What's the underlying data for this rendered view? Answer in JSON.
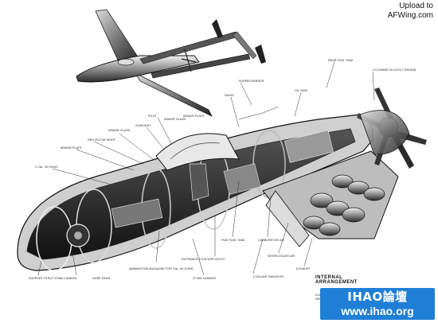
{
  "upload_note": {
    "line1": "Upload to",
    "line2": "AFWing.com"
  },
  "labels": [
    {
      "id": "rear-fuel-tank",
      "text": "REAR FUEL TANK"
    },
    {
      "id": "engine",
      "text": "LYCOMING XH-2470-7 ENGINE"
    },
    {
      "id": "turbo",
      "text": "SUPERCHARGER"
    },
    {
      "id": "oil-tank",
      "text": "OIL TANK"
    },
    {
      "id": "radio",
      "text": "RADIO"
    },
    {
      "id": "pilot",
      "text": "PILOT"
    },
    {
      "id": "armor-plate-1",
      "text": "ARMOR PLATE"
    },
    {
      "id": "armor-glass",
      "text": "ARMOR GLASS"
    },
    {
      "id": "gunsight",
      "text": "GUNSIGHT"
    },
    {
      "id": "armor-glass-2",
      "text": "ARMOR GLASS"
    },
    {
      "id": "reflector-sight",
      "text": "REFLECTOR SIGHT"
    },
    {
      "id": "armor-plate-2",
      "text": "ARMOR PLATE"
    },
    {
      "id": "cal-guns",
      "text": "2 CAL .50 GUNS"
    },
    {
      "id": "fwd-fuel",
      "text": "FWD FUEL TANK"
    },
    {
      "id": "carburetor",
      "text": "CARBURETOR AIR"
    },
    {
      "id": "intercooler",
      "text": "INTERCOOLER AIR"
    },
    {
      "id": "exhaust",
      "text": "EXHAUST"
    },
    {
      "id": "entrance",
      "text": "ENTRANCE & ESCAPE HATCH"
    },
    {
      "id": "ammo",
      "text": "AMMUNITION MAGAZINE FOR CAL .50 GUNS"
    },
    {
      "id": "cannon",
      "text": "37 MM CANNON"
    },
    {
      "id": "nose",
      "text": "NOSE GEAR"
    },
    {
      "id": "support",
      "text": "SUPPORT STRUT 37MM CANNON"
    },
    {
      "id": "radiator",
      "text": "COOLANT RADIATOR"
    }
  ],
  "title_block": {
    "line1": "INTERNAL ARRANGEMENT",
    "line2": "COMBINATION",
    "line3": "DRAWING"
  },
  "watermark": {
    "brand": "IHAO論壇",
    "url": "www.ihao.org"
  }
}
